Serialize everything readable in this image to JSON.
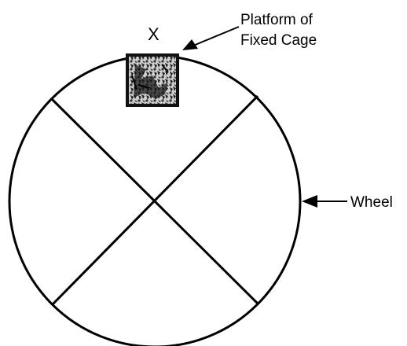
{
  "labels": {
    "marker": "X",
    "platform_line1": "Platform of",
    "platform_line2": "Fixed Cage",
    "wheel": "Wheel"
  },
  "icons": {
    "cage": "cage-texture-icon",
    "arrow": "arrow-head-icon"
  },
  "colors": {
    "ink": "#000000",
    "background": "#ffffff",
    "cage_light": "#cfcfcf",
    "cage_dark": "#111111"
  }
}
